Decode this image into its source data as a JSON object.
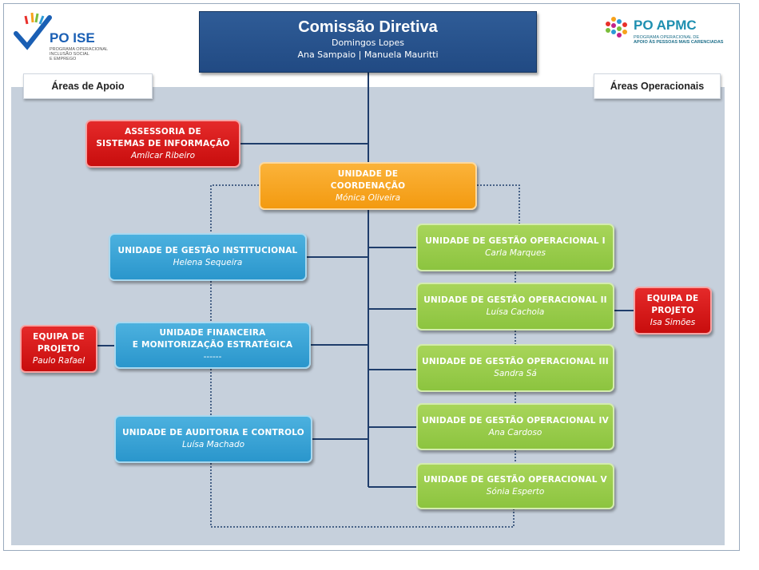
{
  "header": {
    "title": "Comissão Diretiva",
    "line1": "Domingos Lopes",
    "line2": "Ana Sampaio | Manuela Mauritti"
  },
  "areas": {
    "left": "Áreas de Apoio",
    "right": "Áreas Operacionais"
  },
  "logo_left": {
    "name": "PO ISE",
    "line1": "PROGRAMA OPERACIONAL",
    "line2": "INCLUSÃO SOCIAL",
    "line3": "E EMPREGO"
  },
  "logo_right": {
    "name": "PO APMC",
    "line1": "PROGRAMA OPERACIONAL DE",
    "line2": "APOIO ÀS PESSOAS MAIS CARENCIADAS"
  },
  "units": {
    "asi": {
      "title": "ASSESSORIA  DE\nSISTEMAS  DE INFORMAÇÃO",
      "person": "Amílcar Ribeiro"
    },
    "coord": {
      "title": "UNIDADE DE\nCOORDENAÇÃO",
      "person": "Mónica Oliveira"
    },
    "ugi": {
      "title": "UNIDADE DE GESTÃO INSTITUCIONAL",
      "person": "Helena Sequeira"
    },
    "ufm": {
      "title": "UNIDADE FINANCEIRA\nE MONITORIZAÇÃO  ESTRATÉGICA",
      "person": "------"
    },
    "uac": {
      "title": "UNIDADE DE AUDITORIA  E CONTROLO",
      "person": "Luísa Machado"
    },
    "ep_left": {
      "title": "EQUIPA  DE\nPROJETO",
      "person": "Paulo Rafael"
    },
    "ep_right": {
      "title": "EQUIPA  DE\nPROJETO",
      "person": "Isa Simões"
    },
    "ugo1": {
      "title": "UNIDADE DE GESTÃO  OPERACIONAL  I",
      "person": "Carla Marques"
    },
    "ugo2": {
      "title": "UNIDADE DE GESTÃO  OPERACIONAL  II",
      "person": "Luísa Cachola"
    },
    "ugo3": {
      "title": "UNIDADE DE GESTÃO  OPERACIONAL  III",
      "person": "Sandra Sá"
    },
    "ugo4": {
      "title": "UNIDADE DE GESTÃO  OPERACIONAL  IV",
      "person": "Ana Cardoso"
    },
    "ugo5": {
      "title": "UNIDADE DE GESTÃO  OPERACIONAL  V",
      "person": "Sónia Esperto"
    }
  },
  "colors": {
    "line": "#1f3d6b",
    "top": "#2a5590",
    "red": "#d41818",
    "orange": "#f6a624",
    "blue": "#39a3d6",
    "green": "#98cb4a"
  }
}
